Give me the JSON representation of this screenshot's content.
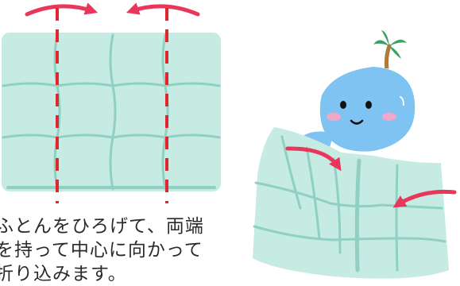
{
  "instruction": {
    "lines": [
      "ふとんをひろげて、両端",
      "を持って中心に向かって",
      "折り込みます。"
    ]
  },
  "colors": {
    "futon_fill": "#c6ebe3",
    "futon_shadow": "#8fd0c2",
    "fold_line": "#e0272f",
    "arrow": "#e8375a",
    "mascot_body": "#7ec3f2",
    "cheek": "#f2a7c8",
    "leaf": "#3fa066",
    "trunk": "#b07a3c"
  },
  "icons": {
    "left_arrow": "curved-arrow-right-icon",
    "right_arrow": "curved-arrow-left-icon",
    "mascot": "water-drop-mascot-icon"
  }
}
